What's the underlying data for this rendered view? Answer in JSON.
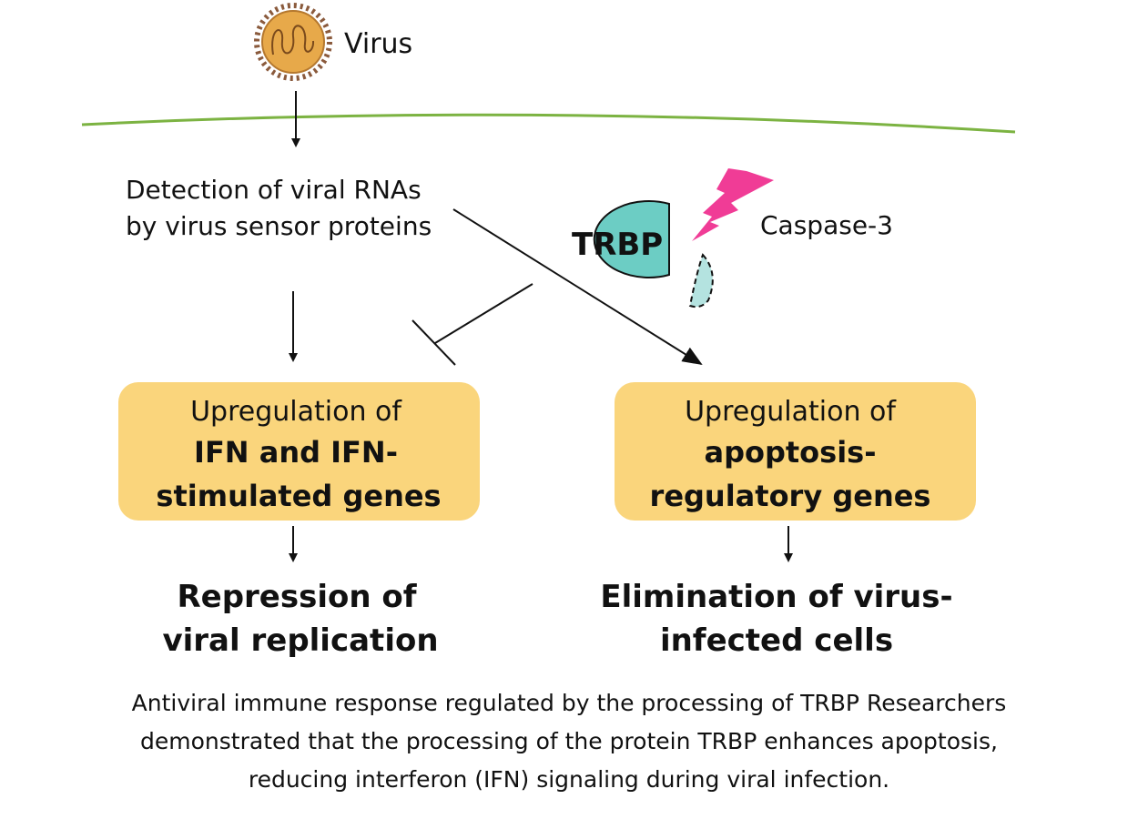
{
  "virus": {
    "label": "Virus",
    "icon": "virus-icon"
  },
  "detection": {
    "line1": "Detection of viral RNAs",
    "line2": "by virus sensor proteins"
  },
  "trbp": {
    "label": "TRBP",
    "color": "#6ccdc4"
  },
  "caspase": {
    "label": "Caspase-3",
    "color": "#f03c96"
  },
  "left_box": {
    "line1": "Upregulation of",
    "line2": "IFN and IFN-",
    "line3": "stimulated genes",
    "color": "#fad57c"
  },
  "right_box": {
    "line1": "Upregulation of",
    "line2": "apoptosis-",
    "line3": "regulatory genes",
    "color": "#fad57c"
  },
  "left_outcome": {
    "line1": "Repression of",
    "line2": "viral replication"
  },
  "right_outcome": {
    "line1": "Elimination of virus-",
    "line2": "infected cells"
  },
  "membrane_color": "#7cb342",
  "caption": {
    "line1": "Antiviral immune response regulated by the processing of TRBP Researchers",
    "line2": "demonstrated that the processing of the protein TRBP enhances apoptosis,",
    "line3": "reducing interferon (IFN) signaling during viral infection."
  }
}
